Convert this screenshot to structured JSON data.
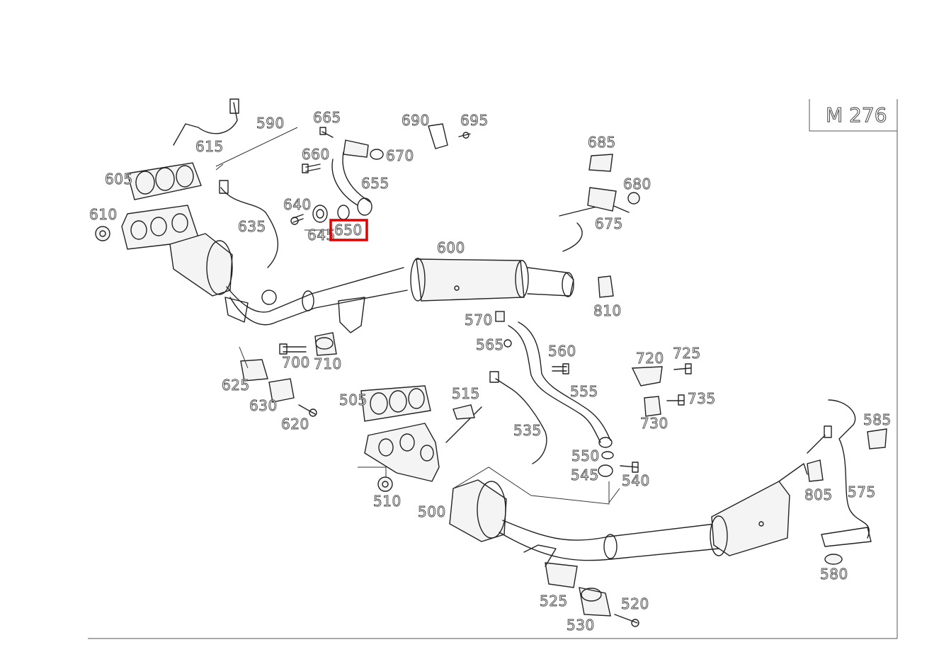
{
  "diagram": {
    "model_code": "M 276",
    "highlighted_part": "650",
    "highlight_color": "#e00000",
    "labels": {
      "l500": "500",
      "l505": "505",
      "l510": "510",
      "l515": "515",
      "l520": "520",
      "l525": "525",
      "l530": "530",
      "l535": "535",
      "l540": "540",
      "l545": "545",
      "l550": "550",
      "l555": "555",
      "l560": "560",
      "l565": "565",
      "l570": "570",
      "l575": "575",
      "l580": "580",
      "l585": "585",
      "l590": "590",
      "l600": "600",
      "l605": "605",
      "l610": "610",
      "l615": "615",
      "l620": "620",
      "l625": "625",
      "l630": "630",
      "l635": "635",
      "l640": "640",
      "l645": "645",
      "l650": "650",
      "l655": "655",
      "l660": "660",
      "l665": "665",
      "l670": "670",
      "l675": "675",
      "l680": "680",
      "l685": "685",
      "l690": "690",
      "l695": "695",
      "l700": "700",
      "l710": "710",
      "l720": "720",
      "l725": "725",
      "l730": "730",
      "l735": "735",
      "l805": "805",
      "l810": "810"
    }
  }
}
